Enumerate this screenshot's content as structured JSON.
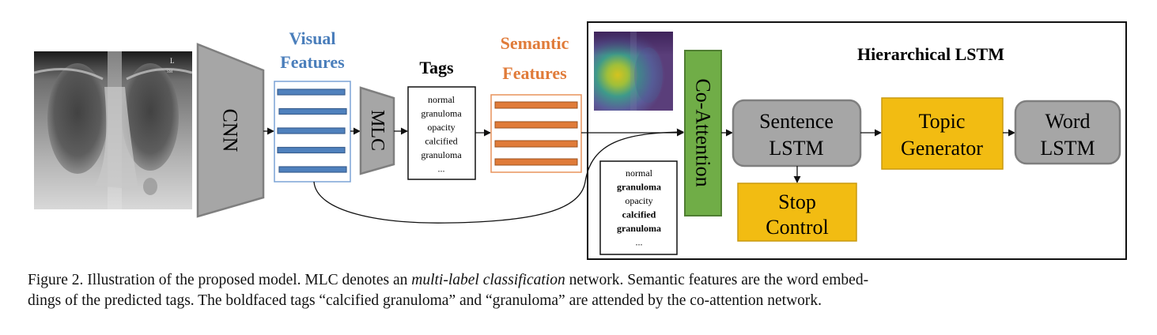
{
  "figure": {
    "xray": {
      "marker": "L",
      "sub_marker": "SM"
    },
    "cnn": {
      "label": "CNN"
    },
    "visual_features": {
      "title_line1": "Visual",
      "title_line2": "Features",
      "bar_count": 5
    },
    "mlc": {
      "label": "MLC"
    },
    "tags": {
      "title": "Tags",
      "items": [
        "normal",
        "granuloma",
        "opacity",
        "calcified",
        "granuloma",
        "..."
      ]
    },
    "semantic_features": {
      "title_line1": "Semantic",
      "title_line2": "Features",
      "bar_count": 4
    },
    "co_attention": {
      "label": "Co-Attention"
    },
    "attended_tags": {
      "items": [
        {
          "text": "normal",
          "bold": false
        },
        {
          "text": "granuloma",
          "bold": true
        },
        {
          "text": "opacity",
          "bold": false
        },
        {
          "text": "calcified",
          "bold": true
        },
        {
          "text": "granuloma",
          "bold": true
        },
        {
          "text": "...",
          "bold": false
        }
      ]
    },
    "hierarchical_lstm": {
      "title": "Hierarchical LSTM",
      "sentence_lstm": {
        "line1": "Sentence",
        "line2": "LSTM"
      },
      "topic_generator": {
        "line1": "Topic",
        "line2": "Generator"
      },
      "word_lstm": {
        "line1": "Word",
        "line2": "LSTM"
      },
      "stop_control": {
        "line1": "Stop",
        "line2": "Control"
      }
    },
    "colors": {
      "visual_blue": "#4a7ebb",
      "visual_bar": "#4f81bd",
      "semantic_orange": "#e07b39",
      "co_attention_green": "#70ad47",
      "yellow_box": "#f2bc12",
      "gray_box": "#a6a6a6"
    }
  },
  "caption": {
    "line1_part1": "Figure 2. Illustration of the proposed model. MLC denotes an ",
    "line1_italic": "multi-label classification",
    "line1_part2": " network. Semantic features are the word embed-",
    "line2": "dings of the predicted tags. The boldfaced tags “calcified granuloma” and “granuloma” are attended by the co-attention network."
  }
}
